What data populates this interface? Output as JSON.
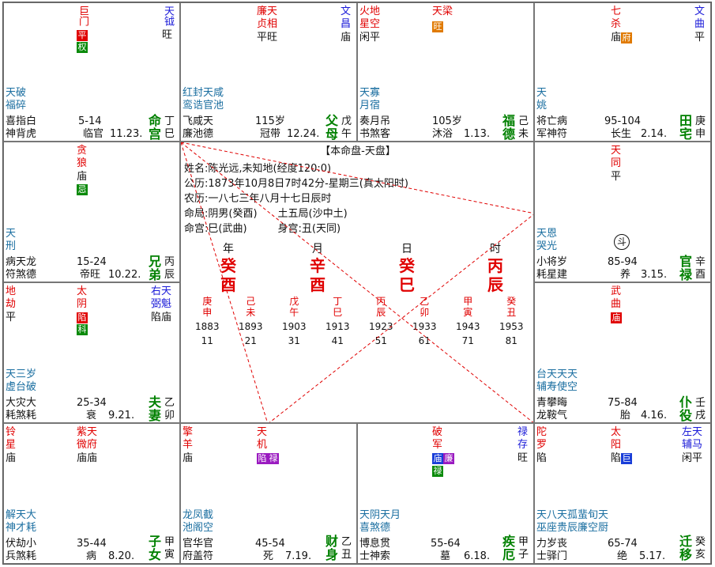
{
  "center": {
    "title": "【本命盘-天盘】",
    "lines": [
      "姓名:陈光远,未知地(经度120:0)",
      "公历:1873年10月8日7时42分-星期三(真太阳时)",
      "农历:一八七三年八月十七日辰时",
      "命局:阴男(癸酉)　　土五局(沙中土)",
      "命宫:巳(武曲)　　　身宫:丑(天同)"
    ],
    "pillar_labels": [
      "年",
      "月",
      "日",
      "时"
    ],
    "pillars": [
      [
        "癸",
        "酉"
      ],
      [
        "辛",
        "酉"
      ],
      [
        "癸",
        "巳"
      ],
      [
        "丙",
        "辰"
      ]
    ],
    "dayun": [
      {
        "g": "庚",
        "z": "申",
        "year": "1883",
        "age": "11"
      },
      {
        "g": "己",
        "z": "未",
        "year": "1893",
        "age": "21"
      },
      {
        "g": "戊",
        "z": "午",
        "year": "1903",
        "age": "31"
      },
      {
        "g": "丁",
        "z": "巳",
        "year": "1913",
        "age": "41"
      },
      {
        "g": "丙",
        "z": "辰",
        "year": "1923",
        "age": "51"
      },
      {
        "g": "乙",
        "z": "卯",
        "year": "1933",
        "age": "61"
      },
      {
        "g": "甲",
        "z": "寅",
        "year": "1943",
        "age": "71"
      },
      {
        "g": "癸",
        "z": "丑",
        "year": "1953",
        "age": "81"
      }
    ]
  },
  "cells": {
    "si": {
      "palace": [
        "命",
        "宫"
      ],
      "gz": [
        "丁",
        "巳"
      ],
      "range": "5-14",
      "age": "11.23.",
      "stage": "临官",
      "line1": "喜指白",
      "line2": "神背虎",
      "minor": "天破\n福碎"
    },
    "wu": {
      "palace": [
        "父",
        "母"
      ],
      "gz": [
        "戊",
        "午"
      ],
      "range": "115岁",
      "age": "12.24.",
      "stage": "冠带",
      "line1": "飞咸天",
      "line2": "廉池德",
      "minor": "红封天咸\n鸾诰官池"
    },
    "wei": {
      "palace": [
        "福",
        "德"
      ],
      "gz": [
        "己",
        "未"
      ],
      "range": "105岁",
      "age": "1.13.",
      "stage": "沐浴",
      "line1": "奏月吊",
      "line2": "书煞客",
      "minor": "天寡\n月宿"
    },
    "shen": {
      "palace": [
        "田",
        "宅"
      ],
      "gz": [
        "庚",
        "申"
      ],
      "range": "95-104",
      "age": "2.14.",
      "stage": "长生",
      "line1": "将亡病",
      "line2": "军神符",
      "minor": "天\n姚"
    },
    "chen": {
      "palace": [
        "兄",
        "弟"
      ],
      "gz": [
        "丙",
        "辰"
      ],
      "range": "15-24",
      "age": "10.22.",
      "stage": "帝旺",
      "line1": "病天龙",
      "line2": "符煞德",
      "minor": "天\n刑"
    },
    "you": {
      "palace": [
        "官",
        "禄"
      ],
      "gz": [
        "辛",
        "酉"
      ],
      "range": "85-94",
      "age": "3.15.",
      "stage": "养",
      "line1": "小将岁",
      "line2": "耗星建",
      "minor": "天恩\n哭光"
    },
    "mao": {
      "palace": [
        "夫",
        "妻"
      ],
      "gz": [
        "乙",
        "卯"
      ],
      "range": "25-34",
      "age": "9.21.",
      "stage": "衰",
      "line1": "大灾大",
      "line2": "耗煞耗",
      "minor": "天三岁\n虚台破"
    },
    "xu": {
      "palace": [
        "仆",
        "役"
      ],
      "gz": [
        "壬",
        "戌"
      ],
      "range": "75-84",
      "age": "4.16.",
      "stage": "胎",
      "line1": "青攀晦",
      "line2": "龙鞍气",
      "minor": "台天天天\n辅寿使空"
    },
    "yin": {
      "palace": [
        "子",
        "女"
      ],
      "gz": [
        "甲",
        "寅"
      ],
      "range": "35-44",
      "age": "8.20.",
      "stage": "病",
      "line1": "伏劫小",
      "line2": "兵煞耗",
      "minor": "解天大\n神才耗"
    },
    "chou": {
      "palace": [
        "财",
        "身"
      ],
      "gz": [
        "乙",
        "丑"
      ],
      "range": "45-54",
      "age": "7.19.",
      "stage": "死",
      "line1": "官华官",
      "line2": "府盖符",
      "minor": "龙凤截\n池阁空"
    },
    "zi": {
      "palace": [
        "疾",
        "厄"
      ],
      "gz": [
        "甲",
        "子"
      ],
      "range": "55-64",
      "age": "6.18.",
      "stage": "墓",
      "line1": "博息贯",
      "line2": "士神索",
      "minor": "天阴天月\n喜煞德"
    },
    "hai": {
      "palace": [
        "迁",
        "移"
      ],
      "gz": [
        "癸",
        "亥"
      ],
      "range": "65-74",
      "age": "5.17.",
      "stage": "绝",
      "line1": "力岁丧",
      "line2": "士驿门",
      "minor": "天八天孤蜚旬天\n巫座贵辰廉空厨"
    }
  },
  "stars": {
    "si_main": "巨门",
    "si_tags": [
      "平",
      "权"
    ],
    "si_aux": "天钺",
    "si_aux_b": "旺",
    "wu_main": "廉天贞相",
    "wu_b": "平旺",
    "wu_aux": "文昌",
    "wu_aux_b": "庙",
    "wei_a": "火地星空",
    "wei_a_b": "闲平",
    "wei_main": "天梁",
    "wei_tag": "旺",
    "shen_main": "七杀",
    "shen_b": "庙",
    "shen_tag": "府",
    "shen_aux": "文曲",
    "shen_aux_b": "平",
    "chen_main": "贪狼",
    "chen_b": "庙",
    "chen_tag": "忌",
    "you_main": "天同",
    "you_b": "平",
    "you_symbol": "斗",
    "mao_a": "地劫",
    "mao_a_b": "平",
    "mao_main": "太阴",
    "mao_tags": [
      "陷",
      "科"
    ],
    "mao_aux": "右天弼魁",
    "mao_aux_b": "陷庙",
    "xu_main": "武曲",
    "xu_tag": "庙",
    "yin_a": "铃星",
    "yin_a_b": "庙",
    "yin_main": "紫天微府",
    "yin_main_b": "庙庙",
    "chou_a": "擎羊",
    "chou_a_b": "庙",
    "chou_main": "天机",
    "chou_tags": [
      "陷",
      "禄"
    ],
    "zi_main": "破军",
    "zi_tags": [
      "庙",
      "廉",
      "禄"
    ],
    "zi_aux": "禄存",
    "zi_aux_b": "旺",
    "hai_a": "陀罗",
    "hai_a_b": "陷",
    "hai_main": "太阳",
    "hai_b": "陷",
    "hai_tag": "巨",
    "hai_aux": "左天辅马",
    "hai_aux_b": "闲平"
  },
  "colors": {
    "red": "#e00000",
    "blue": "#1a1ad8",
    "teal": "#1a6ea0",
    "green": "#008000",
    "line": "#e00000"
  }
}
